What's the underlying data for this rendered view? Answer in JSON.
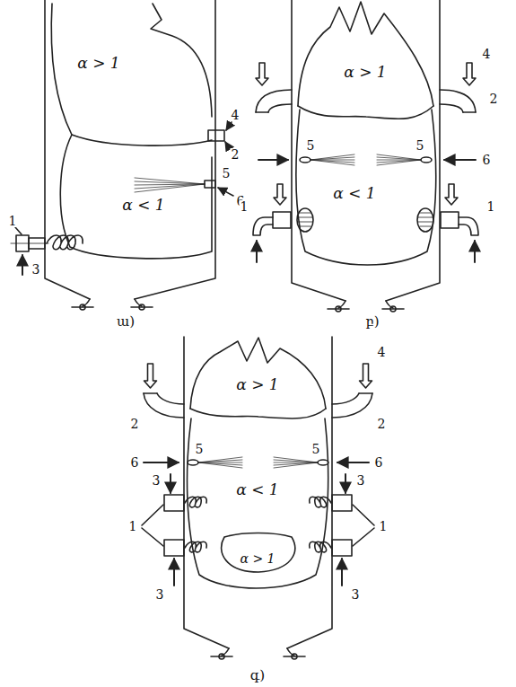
{
  "diagram": {
    "labels": [
      "α > 1",
      "4",
      "2",
      "α < 1",
      "5",
      "6",
      "1",
      "3",
      "ա)",
      "α > 1",
      "4",
      "2",
      "5",
      "5",
      "6",
      "α < 1",
      "1",
      "1",
      "բ)",
      "4",
      "2",
      "2",
      "α > 1",
      "6",
      "5",
      "5",
      "6",
      "3",
      "3",
      "α < 1",
      "1",
      "1",
      "α > 1",
      "3",
      "3",
      "գ)"
    ]
  }
}
